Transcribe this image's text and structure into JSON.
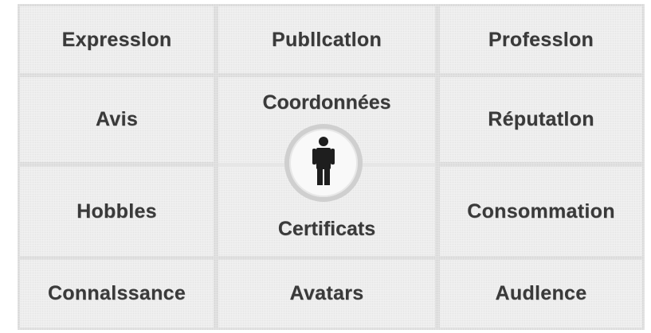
{
  "cells": {
    "expression": "Expresslon",
    "publication": "Publlcatlon",
    "profession": "Professlon",
    "avis": "Avis",
    "reputation": "Réputatlon",
    "hobbies": "Hobbles",
    "consommation": "Consommation",
    "connaissance": "Connalssance",
    "avatars": "Avatars",
    "audience": "Audlence"
  },
  "center": {
    "top_label": "Coordonnées",
    "bottom_label": "Certificats",
    "icon": "person-icon"
  }
}
